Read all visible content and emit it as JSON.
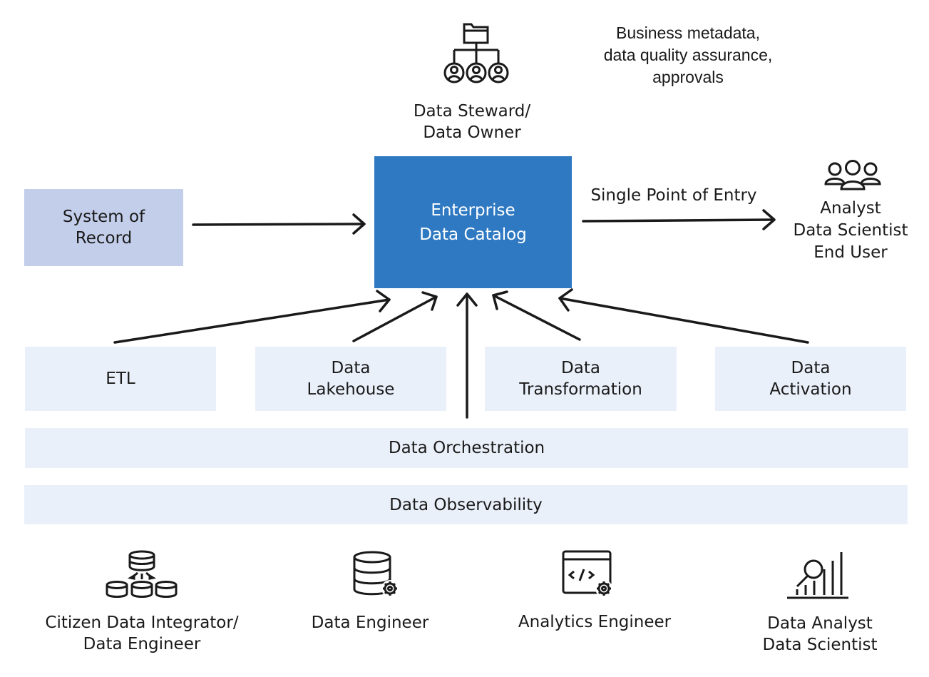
{
  "colors": {
    "catalog_blue": "#2e79c2",
    "system_of_record": "#c3ceeb",
    "light_box": "#eaf0fa",
    "stroke": "#1a1a1a"
  },
  "steward": {
    "icon": "org-chart-people-icon",
    "label": "Data Steward/\nData Owner"
  },
  "note": "Business metadata,\ndata quality assurance,\napprovals",
  "system_of_record": "System of\nRecord",
  "catalog": "Enterprise\nData Catalog",
  "entry_label": "Single Point of Entry",
  "consumers": {
    "icon": "user-group-icon",
    "label": "Analyst\nData Scientist\nEnd User"
  },
  "sources": [
    "ETL",
    "Data\nLakehouse",
    "Data\nTransformation",
    "Data\nActivation"
  ],
  "layers": {
    "orchestration": "Data Orchestration",
    "observability": "Data Observability"
  },
  "personas": [
    {
      "icon": "database-integration-icon",
      "label": "Citizen Data Integrator/\nData Engineer"
    },
    {
      "icon": "database-gear-icon",
      "label": "Data Engineer"
    },
    {
      "icon": "code-window-gear-icon",
      "label": "Analytics Engineer"
    },
    {
      "icon": "analytics-magnifier-icon",
      "label": "Data Analyst\nData Scientist"
    }
  ]
}
